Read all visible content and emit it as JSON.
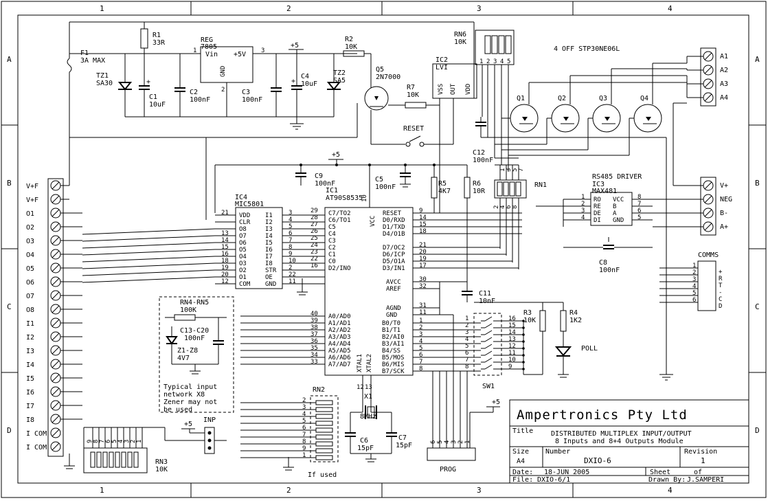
{
  "border": {
    "columns": [
      "1",
      "2",
      "3",
      "4"
    ],
    "rows": [
      "A",
      "B",
      "C",
      "D"
    ]
  },
  "parts": {
    "F1": [
      "F1",
      "3A MAX"
    ],
    "R1": [
      "R1",
      "33R"
    ],
    "REG": [
      "REG",
      "7805"
    ],
    "REG_pins": {
      "vin": "Vin",
      "out": "+5V",
      "gnd": "GND",
      "p1": "1",
      "p2": "2",
      "p3": "3"
    },
    "TZ1": [
      "TZ1",
      "SA30"
    ],
    "C1": [
      "C1",
      "10uF"
    ],
    "C2": [
      "C2",
      "100nF"
    ],
    "C3": [
      "C3",
      "100nF"
    ],
    "C4": [
      "C4",
      "10uF"
    ],
    "TZ2": [
      "TZ2",
      "SA5"
    ],
    "R2": [
      "R2",
      "10K"
    ],
    "Q5": [
      "Q5",
      "2N7000"
    ],
    "R7": [
      "R7",
      "10K"
    ],
    "IC2": [
      "IC2",
      "LVI"
    ],
    "IC2_pins": [
      "VSS",
      "OUT",
      "VDD"
    ],
    "RN6": [
      "RN6",
      "10K"
    ],
    "RN6_pins": [
      "1",
      "2",
      "3",
      "4",
      "5"
    ],
    "mosfets_note": "4 OFF STP30NE06L",
    "Q": [
      "Q1",
      "Q2",
      "Q3",
      "Q4"
    ],
    "reset": "RESET",
    "C12": [
      "C12",
      "100nF"
    ],
    "C9": [
      "C9",
      "100nF"
    ],
    "C5": [
      "C5",
      "100nF"
    ],
    "R5": [
      "R5",
      "4K7"
    ],
    "R6": [
      "R6",
      "10R"
    ],
    "RN1": "RN1",
    "RN1_top": [
      "1",
      "3",
      "5",
      "7"
    ],
    "RN1_bot": [
      "2",
      "4",
      "6",
      "8"
    ],
    "IC3": [
      "RS485 DRIVER",
      "IC3",
      "MAX481"
    ],
    "IC3_left": [
      "RO",
      "RE",
      "DE",
      "DI"
    ],
    "IC3_right": [
      "VCC",
      "B",
      "A",
      "GND"
    ],
    "IC3_lnum": [
      "1",
      "2",
      "3",
      "4"
    ],
    "IC3_rnum": [
      "8",
      "7",
      "6",
      "5"
    ],
    "C8": [
      "C8",
      "100nF"
    ],
    "IC4": [
      "IC4",
      "MIC5801"
    ],
    "IC4_left": [
      "VDD",
      "CLR",
      "O8",
      "O7",
      "O6",
      "O5",
      "O4",
      "O3",
      "O2",
      "O1",
      "COM"
    ],
    "IC4_lnum": [
      "21",
      "",
      "13",
      "14",
      "15",
      "16",
      "18",
      "19",
      "20",
      "12"
    ],
    "IC4_right": [
      "I1",
      "I2",
      "I3",
      "I4",
      "I5",
      "I6",
      "I7",
      "I8",
      "STR",
      "OE",
      "GND"
    ],
    "IC4_rnum": [
      "3",
      "4",
      "5",
      "6",
      "7",
      "8",
      "9",
      "10",
      "2",
      "22",
      "11"
    ],
    "IC1": [
      "IC1",
      "AT90S8535"
    ],
    "IC1_vcc": [
      "VCC",
      "10"
    ],
    "IC1_left1": [
      "C7/TO2",
      "C6/TO1",
      "C5",
      "C4",
      "C3",
      "C2",
      "C1",
      "C0",
      "D2/INO"
    ],
    "IC1_lnum1": [
      "29",
      "28",
      "27",
      "26",
      "25",
      "24",
      "23",
      "22",
      "16"
    ],
    "IC1_left2": [
      "A0/AD0",
      "A1/AD1",
      "A2/AD2",
      "A3/AD3",
      "A4/AD4",
      "A5/AD5",
      "A6/AD6",
      "A7/AD7"
    ],
    "IC1_lnum2": [
      "40",
      "39",
      "38",
      "37",
      "36",
      "35",
      "34",
      "33"
    ],
    "IC1_right1": [
      "RESET",
      "D0/RXD",
      "D1/TXD",
      "D4/O1B"
    ],
    "IC1_rnum1": [
      "9",
      "14",
      "15",
      "18"
    ],
    "IC1_right2": [
      "D7/OC2",
      "D6/ICP",
      "D5/O1A",
      "D3/IN1"
    ],
    "IC1_rnum2": [
      "21",
      "20",
      "19",
      "17"
    ],
    "IC1_right3": [
      "AVCC",
      "AREF",
      "AGND",
      "GND"
    ],
    "IC1_rnum3": [
      "30",
      "32",
      "31",
      "11"
    ],
    "IC1_right4": [
      "B0/T0",
      "B1/T1",
      "B2/AI0",
      "B3/AI1",
      "B4/SS",
      "B5/MOS",
      "B6/MIS",
      "B7/SCK"
    ],
    "IC1_rnum4": [
      "1",
      "2",
      "3",
      "4",
      "5",
      "6",
      "7",
      "8"
    ],
    "IC1_xtal": [
      "XTAL1",
      "XTAL2",
      "12",
      "13"
    ],
    "C11": [
      "C11",
      "10nF"
    ],
    "R3": [
      "R3",
      "10K"
    ],
    "R4": [
      "R4",
      "1K2"
    ],
    "poll": "POLL",
    "comms": "COMMS",
    "comms_pins": [
      "1",
      "2",
      "3",
      "4",
      "5",
      "6"
    ],
    "comms_side": "+RT-CD",
    "SW1": "SW1",
    "SW1_left": [
      "1",
      "2",
      "3",
      "4",
      "5",
      "6",
      "7",
      "8"
    ],
    "SW1_right": [
      "16",
      "15",
      "14",
      "13",
      "12",
      "11",
      "10",
      "9"
    ],
    "RN4": [
      "RN4-RN5",
      "100K"
    ],
    "C13": [
      "C13-C20",
      "100nF"
    ],
    "Z1": [
      "Z1-Z8",
      "4V7"
    ],
    "note": [
      "Typical input",
      "network X8",
      "Zener may not",
      "be used"
    ],
    "RN2": "RN2",
    "RN2_pins": [
      "2",
      "3",
      "4",
      "5",
      "6",
      "7",
      "8",
      "9",
      "1"
    ],
    "if_used": "If used",
    "X1": [
      "X1",
      "8MHz"
    ],
    "C6": [
      "C6",
      "15pF"
    ],
    "C7": [
      "C7",
      "15pF"
    ],
    "RN3": [
      "RN3",
      "10K"
    ],
    "RN3_pins": [
      "9",
      "8",
      "7",
      "6",
      "5",
      "4",
      "3",
      "2",
      "1"
    ],
    "INP": "INP",
    "prog": "PROG",
    "prog_pins": [
      "6",
      "5",
      "4",
      "3",
      "2",
      "1"
    ],
    "plus5": "+5"
  },
  "connectors": {
    "left": [
      "V+F",
      "V+F",
      "O1",
      "O2",
      "O3",
      "O4",
      "O5",
      "O6",
      "O7",
      "O8",
      "I1",
      "I2",
      "I3",
      "I4",
      "I5",
      "I6",
      "I7",
      "I8",
      "I COM",
      "I COM"
    ],
    "outputs": [
      "A1",
      "A2",
      "A3",
      "A4"
    ],
    "power": [
      "V+",
      "NEG",
      "B-",
      "A+"
    ]
  },
  "title_block": {
    "company": "Ampertronics Pty Ltd",
    "title_label": "Title",
    "title_line1": "DISTRIBUTED MULTIPLEX INPUT/OUTPUT",
    "title_line2": "8 Inputs and 8+4 Outputs Module",
    "size_label": "Size",
    "size": "A4",
    "number_label": "Number",
    "number": "DXIO-6",
    "revision_label": "Revision",
    "revision": "1",
    "date_label": "Date:",
    "date": "18-JUN 2005",
    "sheet_label": "Sheet",
    "sheet_of": "of",
    "file_label": "File:",
    "file": "DXIO-6/1",
    "drawn_label": "Drawn By:",
    "drawn": "J.SAMPERI"
  }
}
